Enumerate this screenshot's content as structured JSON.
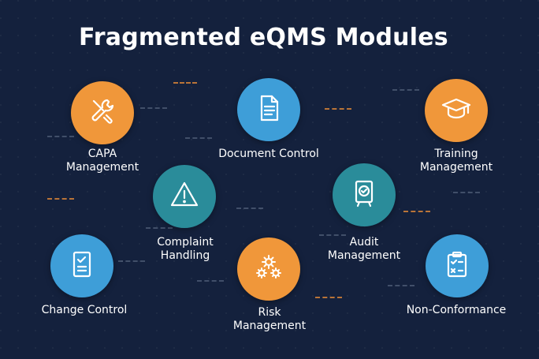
{
  "title": "Fragmented eQMS Modules",
  "modules": [
    {
      "label": "CAPA\nManagement",
      "color": "#f0973a",
      "icon": "wrench-screwdriver-icon"
    },
    {
      "label": "Document Control",
      "color": "#3e9ed8",
      "icon": "document-icon"
    },
    {
      "label": "Training\nManagement",
      "color": "#f0973a",
      "icon": "graduation-cap-icon"
    },
    {
      "label": "Complaint\nHandling",
      "color": "#2a8c9a",
      "icon": "warning-icon"
    },
    {
      "label": "Audit\nManagement",
      "color": "#2a8c9a",
      "icon": "audit-badge-icon"
    },
    {
      "label": "Change Control",
      "color": "#3e9ed8",
      "icon": "checklist-document-icon"
    },
    {
      "label": "Risk\nManagement",
      "color": "#f0973a",
      "icon": "gears-icon"
    },
    {
      "label": "Non-Conformance",
      "color": "#3e9ed8",
      "icon": "clipboard-check-icon"
    }
  ]
}
